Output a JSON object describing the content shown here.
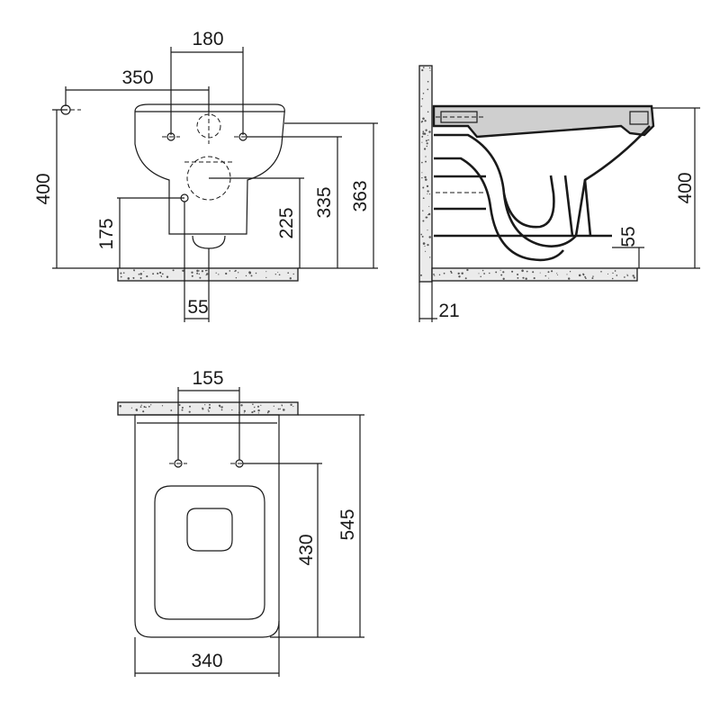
{
  "front_view": {
    "dim_top_inlet_spacing": "180",
    "dim_left_offset": "350",
    "dim_total_height": "400",
    "dim_inlet_height": "175",
    "dim_outlet_height": "225",
    "dim_fixing_height": "335",
    "dim_rim_height": "363",
    "dim_outlet_offset": "55"
  },
  "side_view": {
    "dim_height": "400",
    "dim_gap": "55",
    "dim_wall_offset": "21"
  },
  "top_view": {
    "dim_fixing_spacing": "155",
    "dim_length": "545",
    "dim_fixing_depth": "430",
    "dim_width": "340"
  }
}
